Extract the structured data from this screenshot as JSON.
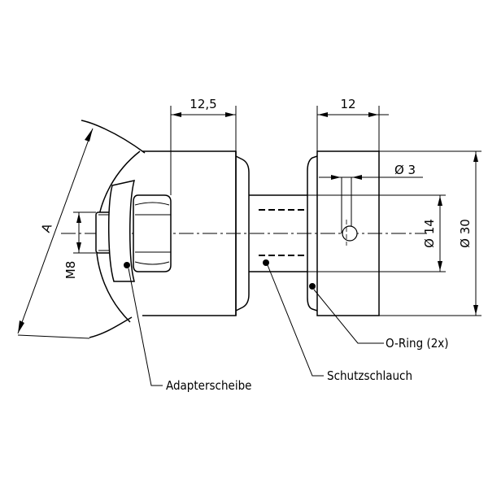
{
  "dimensions": {
    "top_left_width": "12,5",
    "top_right_width": "12",
    "hole_diameter": "Ø 3",
    "inner_diameter": "Ø 14",
    "outer_diameter": "Ø 30",
    "thread": "M8",
    "radius_label": "A"
  },
  "callouts": {
    "o_ring": "O-Ring (2x)",
    "protective_hose": "Schutzschlauch",
    "adapter_washer": "Adapterscheibe"
  }
}
